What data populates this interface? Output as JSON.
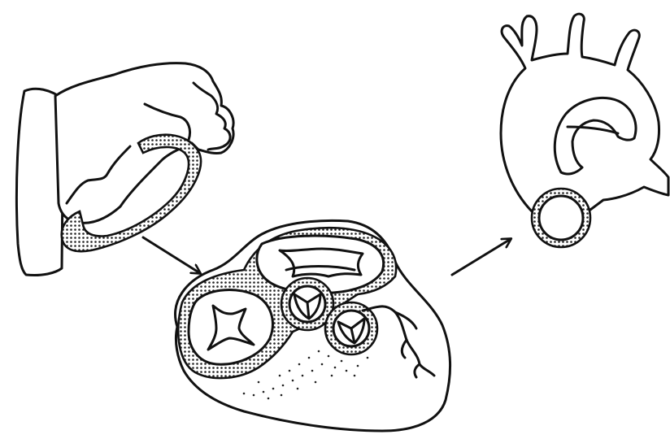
{
  "figure": {
    "panels": [
      {
        "id": "atrium-view"
      },
      {
        "id": "heart-base-view"
      },
      {
        "id": "aortic-arch-view"
      }
    ],
    "arrows": [
      {
        "id": "arrow-left",
        "direction": "down-right"
      },
      {
        "id": "arrow-right",
        "direction": "up-right"
      }
    ],
    "colors": {
      "ink": "#111111",
      "background": "#ffffff"
    }
  }
}
